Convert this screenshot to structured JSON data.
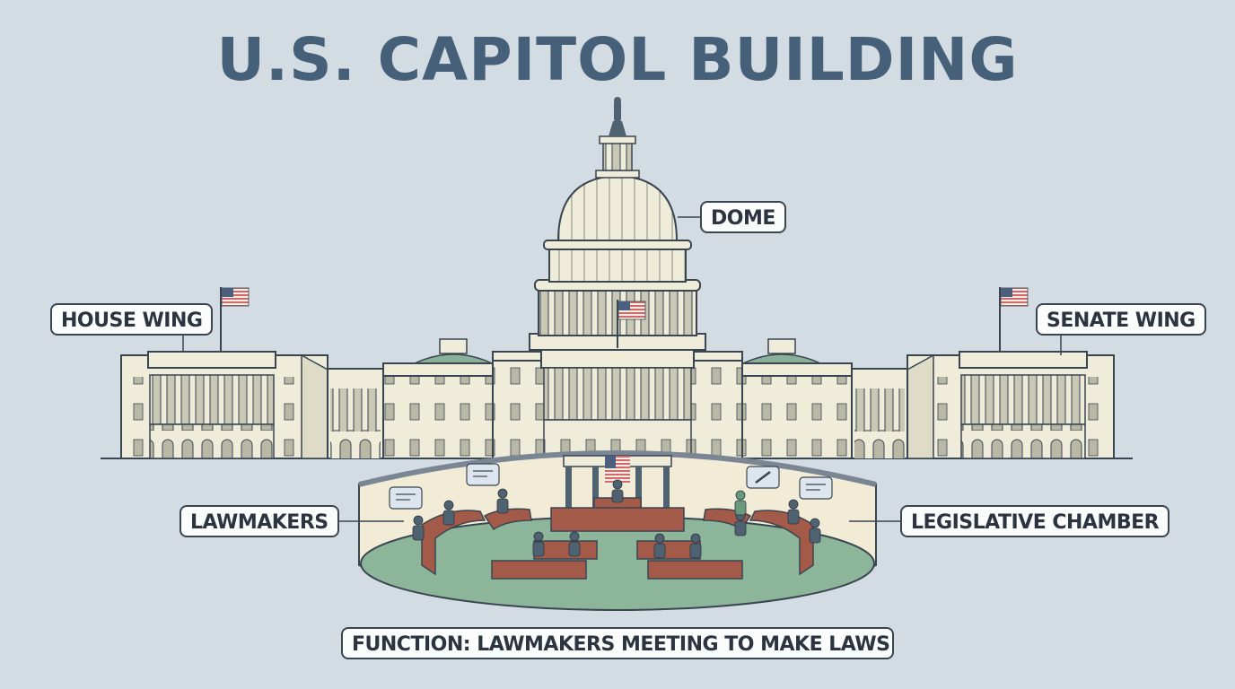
{
  "title": "U.S. CAPITOL BUILDING",
  "labels": {
    "dome": "DOME",
    "house_wing": "HOUSE WING",
    "senate_wing": "SENATE WING",
    "lawmakers": "LAWMAKERS",
    "legislative_chamber": "LEGISLATIVE CHAMBER",
    "function": "FUNCTION: LAWMAKERS MEETING TO MAKE LAWS"
  },
  "colors": {
    "background": "#d3dce2",
    "title": "#46607a",
    "building": "#efecd9",
    "building_shadow": "#c9c8b4",
    "outline": "#3a4552",
    "chamber_floor": "#8db59a",
    "chamber_wall": "#f2ecd6",
    "desk": "#a35a48",
    "roof_green": "#8bb09a"
  }
}
